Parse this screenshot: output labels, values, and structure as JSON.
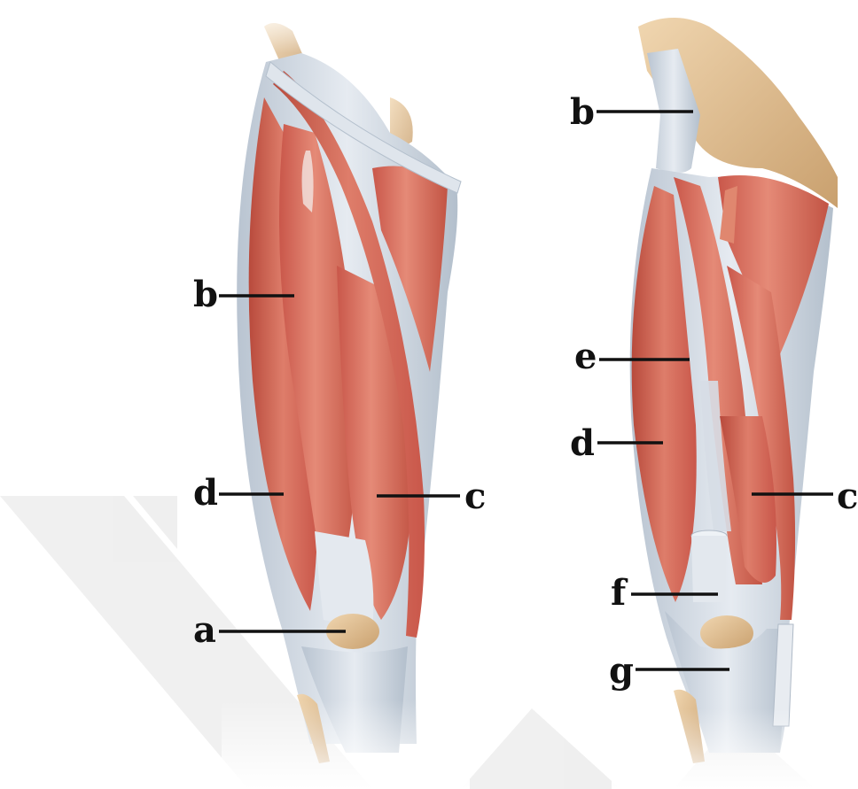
{
  "figure": {
    "left_view": {
      "labels": {
        "a": "a",
        "b": "b",
        "c": "c",
        "d": "d"
      }
    },
    "right_view": {
      "labels": {
        "b": "b",
        "c": "c",
        "d": "d",
        "e": "e",
        "f": "f",
        "g": "g"
      }
    }
  },
  "colors": {
    "muscle": "#d9705e",
    "muscle_dark": "#b84a3c",
    "muscle_light": "#ec9a86",
    "tendon": "#d6dde6",
    "tendon_shadow": "#aeb9c6",
    "bone": "#e2c196",
    "bone_dark": "#c9a06e",
    "watermark": "#e9e9e9"
  }
}
